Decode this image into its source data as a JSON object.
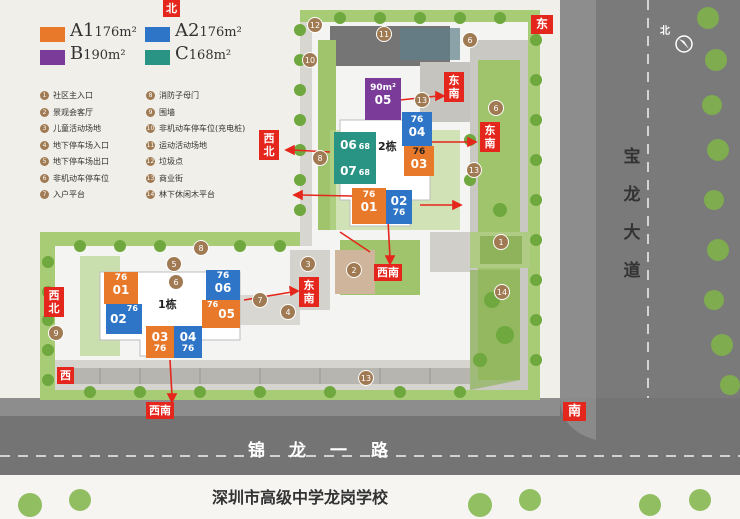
{
  "legend": {
    "types": [
      {
        "code": "A1",
        "area": "176m²",
        "color": "#e8782a"
      },
      {
        "code": "A2",
        "area": "176m²",
        "color": "#2e75c7"
      },
      {
        "code": "B",
        "area": "190m²",
        "color": "#7a3c98"
      },
      {
        "code": "C",
        "area": "168m²",
        "color": "#2a9484"
      }
    ],
    "items": [
      {
        "num": "1",
        "label": "社区主入口"
      },
      {
        "num": "2",
        "label": "景观会客厅"
      },
      {
        "num": "3",
        "label": "儿童活动场地"
      },
      {
        "num": "4",
        "label": "地下停车场入口"
      },
      {
        "num": "5",
        "label": "地下停车场出口"
      },
      {
        "num": "6",
        "label": "非机动车停车位"
      },
      {
        "num": "7",
        "label": "入户平台"
      },
      {
        "num": "8",
        "label": "消防子母门"
      },
      {
        "num": "9",
        "label": "围墙"
      },
      {
        "num": "10",
        "label": "非机动车停车位(充电桩)"
      },
      {
        "num": "11",
        "label": "运动活动场地"
      },
      {
        "num": "12",
        "label": "垃圾点"
      },
      {
        "num": "13",
        "label": "商业街"
      },
      {
        "num": "14",
        "label": "林下休闲木平台"
      }
    ]
  },
  "directions": {
    "north": "北",
    "east": "东",
    "south": "南",
    "west": "西",
    "east_south": "东南",
    "west_north": "西北",
    "west_south": "西南"
  },
  "compass": {
    "label": "北"
  },
  "buildings": {
    "b1": "1栋",
    "b2": "2栋"
  },
  "units": {
    "b2_05": {
      "size": "90m²",
      "code": "05"
    },
    "b2_04": {
      "size": "76",
      "code": "04"
    },
    "b2_03": {
      "size": "76",
      "code": "03"
    },
    "b2_06": {
      "size": "68",
      "code": "06"
    },
    "b2_07": {
      "size": "68",
      "code": "07"
    },
    "b2_01": {
      "size": "76",
      "code": "01"
    },
    "b2_02": {
      "size": "76",
      "code": "02"
    },
    "b1_01": {
      "size": "76",
      "code": "01"
    },
    "b1_02": {
      "size": "76",
      "code": "02"
    },
    "b1_06": {
      "size": "76",
      "code": "06"
    },
    "b1_05": {
      "size": "76",
      "code": "05"
    },
    "b1_03": {
      "size": "76",
      "code": "03"
    },
    "b1_04": {
      "size": "76",
      "code": "04"
    }
  },
  "roads": {
    "east": "宝龙大道",
    "south": "锦龙一路"
  },
  "school": "深圳市高级中学龙岗学校",
  "markers": {
    "m1": "1",
    "m2": "2",
    "m3": "3",
    "m4": "4",
    "m5": "5",
    "m6a": "6",
    "m6b": "6",
    "m6c": "6",
    "m7": "7",
    "m8a": "8",
    "m8b": "8",
    "m9": "9",
    "m10": "10",
    "m11": "11",
    "m12": "12",
    "m13a": "13",
    "m13b": "13",
    "m13c": "13",
    "m14": "14"
  },
  "colors": {
    "A1": "#e8782a",
    "A2": "#2e75c7",
    "B": "#7a3c98",
    "C": "#2a9484",
    "tag": "#e5261c",
    "road": "#6f6f6f",
    "green": "#7fb548",
    "podium": "#f4f4f2"
  }
}
